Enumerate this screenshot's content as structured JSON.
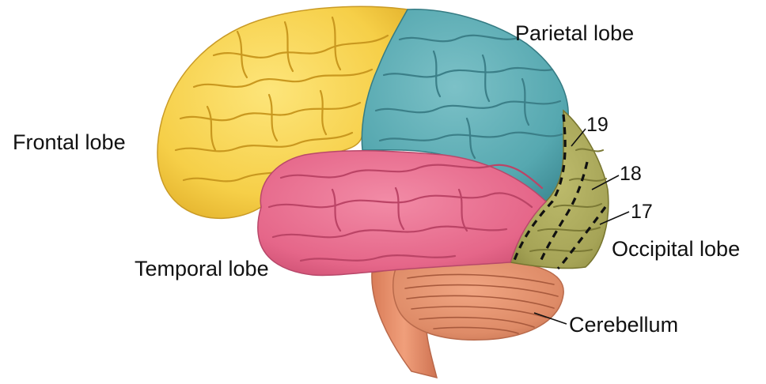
{
  "figure": {
    "labels": {
      "frontal": "Frontal lobe",
      "parietal": "Parietal lobe",
      "temporal": "Temporal lobe",
      "occipital": "Occipital lobe",
      "cerebellum": "Cerebellum",
      "area19": "19",
      "area18": "18",
      "area17": "17"
    },
    "colors": {
      "frontal": "#f7d350",
      "parietal": "#59abb3",
      "temporal": "#e66a8c",
      "occipital": "#a9a75a",
      "cerebellum": "#e08d6a",
      "brainstem": "#e8936e",
      "text": "#111111",
      "background": "#ffffff"
    }
  }
}
